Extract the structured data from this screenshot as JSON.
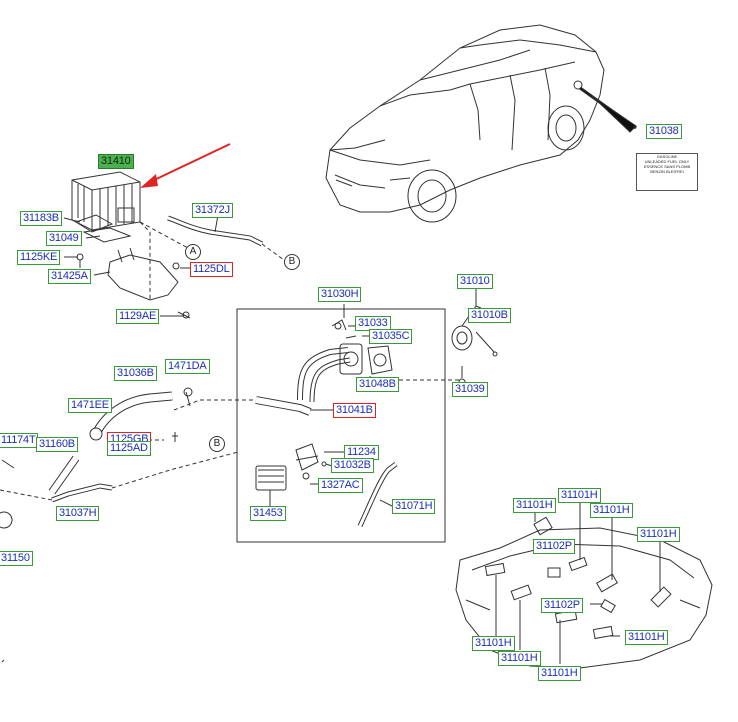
{
  "labels": {
    "l31410": "31410",
    "l31183b": "31183B",
    "l31049": "31049",
    "l1125ke": "1125KE",
    "l31425a": "31425A",
    "l1125dl": "1125DL",
    "l1129ae": "1129AE",
    "l31372j": "31372J",
    "l31038": "31038",
    "l31030h": "31030H",
    "l31033": "31033",
    "l31035c": "31035C",
    "l31048b": "31048B",
    "l31010": "31010",
    "l31010b": "31010B",
    "l31039": "31039",
    "l31036b": "31036B",
    "l1471da": "1471DA",
    "l1471ee": "1471EE",
    "l31041b": "31041B",
    "l11174t": "11174T",
    "l31160b": "31160B",
    "l1125gb": "1125GB",
    "l1125ad": "1125AD",
    "l11234": "11234",
    "l31032b": "31032B",
    "l1327ac": "1327AC",
    "l31453": "31453",
    "l31071h": "31071H",
    "l31037h": "31037H",
    "l31150": "31150",
    "l31101h_a": "31101H",
    "l31101h_b": "31101H",
    "l31101h_c": "31101H",
    "l31101h_d": "31101H",
    "l31102p_a": "31102P",
    "l31102p_b": "31102P",
    "l31101h_e": "31101H",
    "l31101h_f": "31101H",
    "l31101h_g": "31101H",
    "l31101h_h": "31101H"
  },
  "callouts": {
    "a_top": "A",
    "b_top": "B",
    "b_mid": "B"
  },
  "decal_text": [
    "GASOLINE",
    "UNLEADED FUEL ONLY",
    "ESSENCE SANS PLOMB",
    "BENZIN BLEIFREI"
  ],
  "colors": {
    "label_text": "#1a2fb8",
    "label_border": "#3a9a3a",
    "label_border_red": "#e02424",
    "highlight_fill": "#4caf50",
    "arrow": "#e02424",
    "line_art": "#333333"
  }
}
